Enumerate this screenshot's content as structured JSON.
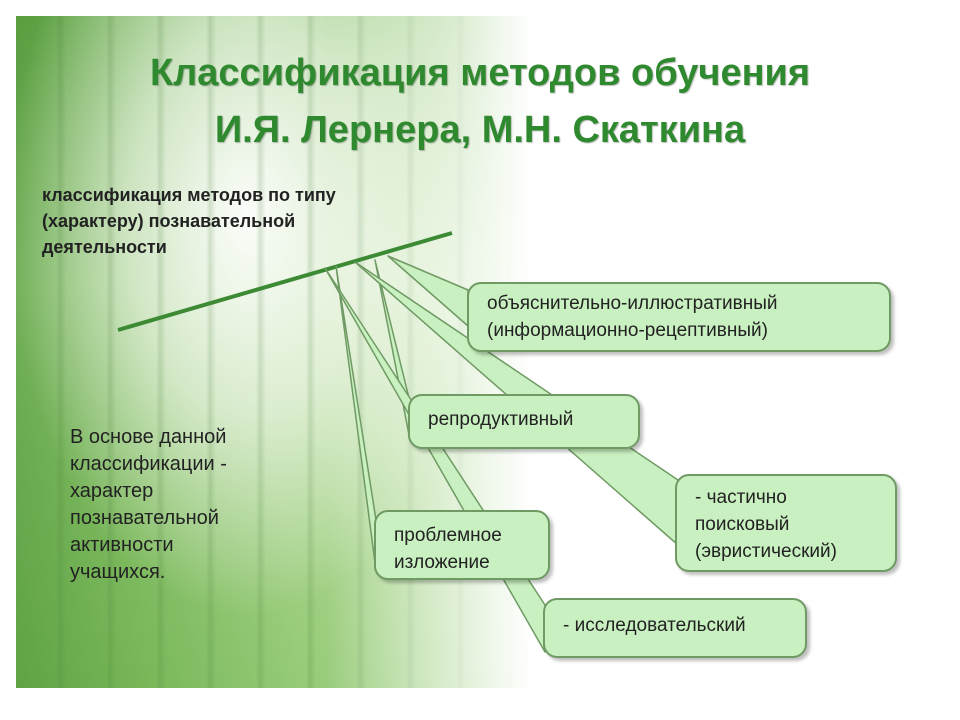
{
  "title": {
    "line1": "Классификация методов обучения",
    "line2": "И.Я. Лернера, М.Н. Скаткина"
  },
  "topic": {
    "line1": "классификация методов по типу",
    "line2": "(характеру) познавательной",
    "line3": "деятельности"
  },
  "basis": {
    "line1": "В основе данной",
    "line2": "классификации -",
    "line3": "характер",
    "line4": "познавательной",
    "line5": "активности",
    "line6": "учащихся."
  },
  "methods": [
    {
      "line1": "объяснительно-иллюстративный",
      "line2": "(информационно-рецептивный)"
    },
    {
      "line1": "репродуктивный"
    },
    {
      "line1": "- частично",
      "line2": "поисковый",
      "line3": "(эвристический)"
    },
    {
      "line1": "проблемное",
      "line2": "изложение"
    },
    {
      "line1": "- исследовательский"
    }
  ],
  "colors": {
    "title": "#2f8a2f",
    "box_fill": "#c9f0c0",
    "box_border": "#6f9a64",
    "line": "#3d8a35"
  }
}
